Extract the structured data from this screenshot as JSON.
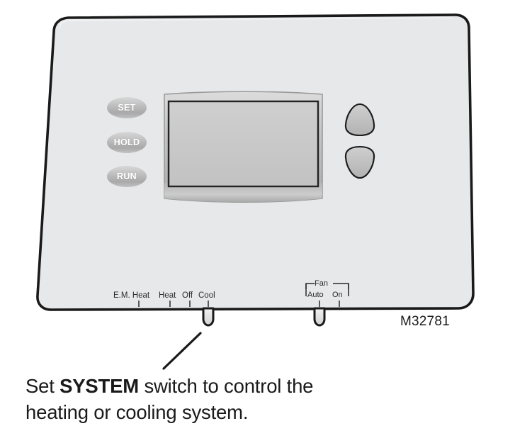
{
  "illustration": {
    "subject": "programmable-thermostat",
    "model_number": "M32781",
    "body_fill": "#e6e8ea",
    "outline_color": "#1a1a1a",
    "button_text_color": "#ffffff"
  },
  "buttons": {
    "set": "SET",
    "hold": "HOLD",
    "run": "RUN"
  },
  "arrows": {
    "up": "up-arrow-button",
    "down": "down-arrow-button"
  },
  "display": {
    "state": "blank",
    "screen_fill": "#c9c9c9",
    "bezel_fill": "#bcbcbc"
  },
  "system_switch": {
    "name": "SYSTEM",
    "positions": [
      "E.M. Heat",
      "Heat",
      "Off",
      "Cool"
    ],
    "selected": "Cool"
  },
  "fan_switch": {
    "name": "Fan",
    "positions": [
      "Auto",
      "On"
    ],
    "selected": "Auto"
  },
  "caption": {
    "line1_pre": "Set ",
    "line1_bold": "SYSTEM",
    "line1_post": " switch to control the",
    "line2": "heating or cooling system."
  }
}
